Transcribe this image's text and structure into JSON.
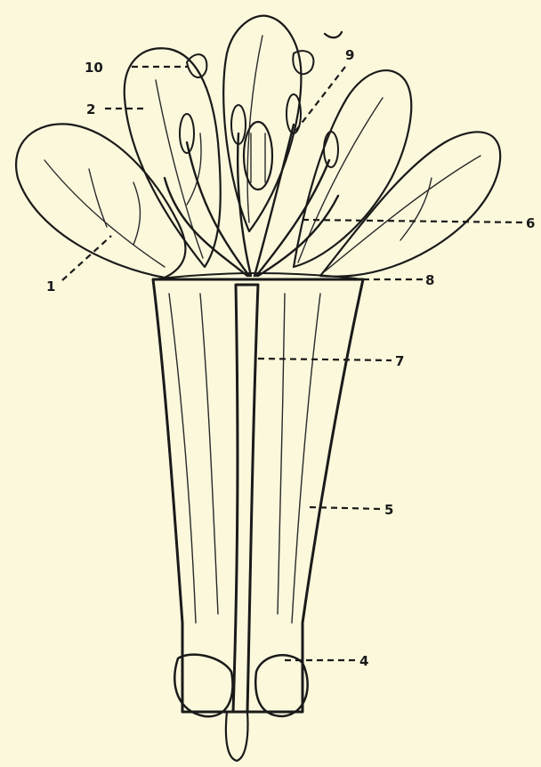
{
  "colors": {
    "background": "#fbf8dc",
    "ink": "#1a1a1a",
    "petal_fill": "#f3efd2",
    "tube_fill": "#d9d4b8"
  },
  "labels": [
    {
      "id": "1",
      "text": "1"
    },
    {
      "id": "2",
      "text": "2"
    },
    {
      "id": "4",
      "text": "4"
    },
    {
      "id": "5",
      "text": "5"
    },
    {
      "id": "6",
      "text": "6"
    },
    {
      "id": "7",
      "text": "7"
    },
    {
      "id": "8",
      "text": "8"
    },
    {
      "id": "9",
      "text": "9"
    },
    {
      "id": "10",
      "text": "10"
    }
  ]
}
